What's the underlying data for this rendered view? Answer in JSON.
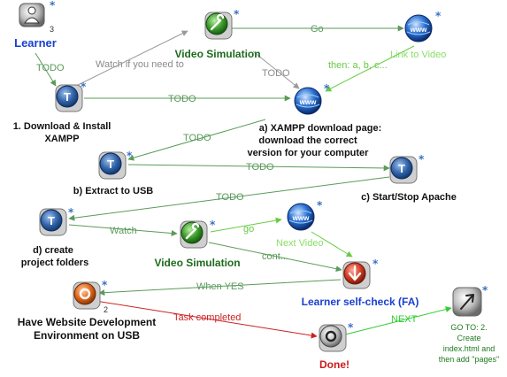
{
  "nodes": {
    "learner": {
      "label": "Learner",
      "badge": "3",
      "icon": "user-lock-icon",
      "color": "#1a3fd0"
    },
    "download": {
      "label1": "1. Download & Install",
      "label2": "XAMPP",
      "icon": "task-t-icon"
    },
    "videosim1": {
      "label": "Video Simulation",
      "icon": "wrench-icon",
      "color": "#1d6b1d"
    },
    "www_top": {
      "icon": "www-globe-icon"
    },
    "xampp_page": {
      "label1": "a) XAMPP download page:",
      "label2": "download the correct",
      "label3": "version for your computer",
      "icon": "www-globe-icon"
    },
    "extract": {
      "label": "b) Extract to USB",
      "icon": "task-t-icon"
    },
    "startstop": {
      "label": "c) Start/Stop Apache",
      "icon": "task-t-icon"
    },
    "folders": {
      "label1": "d) create",
      "label2": "project folders",
      "icon": "task-t-icon"
    },
    "videosim2": {
      "label": "Video Simulation",
      "icon": "wrench-icon",
      "color": "#1d6b1d"
    },
    "www_mid": {
      "icon": "www-globe-icon"
    },
    "selfcheck": {
      "label": "Learner self-check (FA)",
      "icon": "down-arrow-icon",
      "color": "#1a3fd0"
    },
    "website": {
      "label1": "Have Website Development",
      "label2": "Environment on USB",
      "badge": "2",
      "icon": "orange-o-icon"
    },
    "done": {
      "label": "Done!",
      "icon": "done-circle-icon",
      "color": "#cc1a1a"
    },
    "goto": {
      "label1": "GO TO: 2.",
      "label2": "Create",
      "label3": "index.html  and",
      "label4": "then add \"pages\"",
      "icon": "cursor-link-icon",
      "color": "#1d7a1d"
    }
  },
  "star": "*",
  "edges": {
    "todo1": "TODO",
    "watch_if": "Watch if you need to",
    "go1": "Go",
    "link_video": "Link to Video",
    "todo2": "TODO",
    "then_abc": "then: a, b, c...",
    "todo_main": "TODO",
    "todo3": "TODO",
    "todo4": "TODO",
    "todo5": "TODO",
    "watch": "Watch",
    "go2": "go",
    "next_video": "Next Video",
    "cont": "cont...",
    "when_yes": "When YES",
    "task_completed": "Task completed",
    "next": "NEXT"
  },
  "colors": {
    "edge_green": "#5a9a5a",
    "edge_gray": "#9a9a9a",
    "edge_light_green": "#66cc44",
    "edge_red": "#cc2222",
    "bright_green": "#33cc33"
  }
}
